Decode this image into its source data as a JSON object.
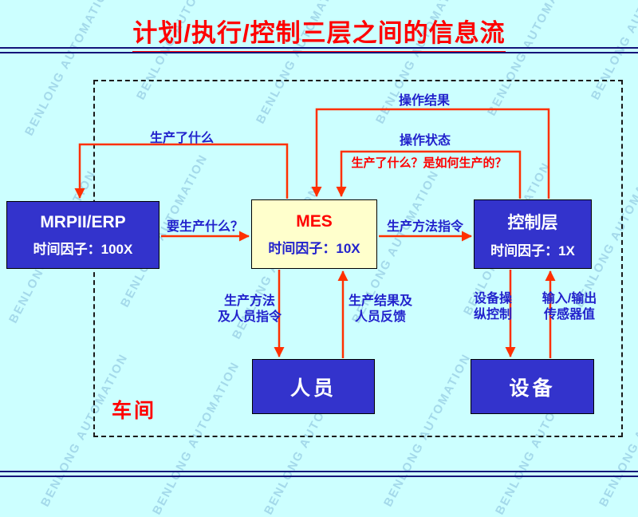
{
  "title": "计划/执行/控制三层之间的信息流",
  "watermark": {
    "text": "BENLONG AUTOMATION"
  },
  "boxes": {
    "mrp": {
      "line1": "MRPII/ERP",
      "line2": "时间因子：100X"
    },
    "mes": {
      "line1": "MES",
      "line2": "时间因子：10X"
    },
    "control": {
      "line1": "控制层",
      "line2": "时间因子：1X"
    },
    "personnel": {
      "label": "人员"
    },
    "equipment": {
      "label": "设备"
    }
  },
  "flows": {
    "operation_result": "操作结果",
    "operation_status": "操作状态",
    "what_produced": "生产了什么",
    "what_and_how_produced": "生产了什么？是如何生产的？",
    "what_to_produce": "要生产什么？",
    "production_method_command": "生产方法指令",
    "method_personnel_line1": "生产方法",
    "method_personnel_line2": "及人员指令",
    "result_feedback_line1": "生产结果及",
    "result_feedback_line2": "人员反馈",
    "equipment_control_line1": "设备操",
    "equipment_control_line2": "纵控制",
    "io_sensor_line1": "输入/输出",
    "io_sensor_line2": "传感器值"
  },
  "footer": {
    "workshop": "车间"
  },
  "colors": {
    "background": "#ccffff",
    "box_blue": "#3333cc",
    "mes_background": "#ffffcc",
    "arrow_red": "#ff3000",
    "label_blue": "#2222cc",
    "title_red": "#ff0000",
    "rule_navy": "#14147a"
  }
}
